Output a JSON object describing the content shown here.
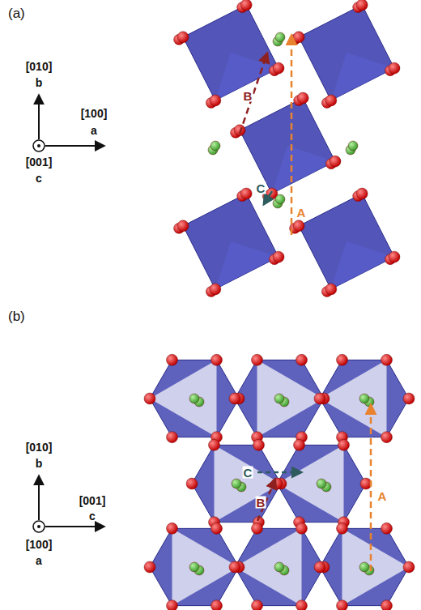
{
  "diagram": {
    "labels": [
      "(a)",
      "[010]",
      "b",
      "[100]",
      "a",
      "[001]",
      "c",
      "B",
      "C",
      "A",
      "(b)",
      "[010]",
      "b",
      "[001]",
      "c",
      "[100]",
      "a",
      "A",
      "C",
      "B"
    ]
  }
}
